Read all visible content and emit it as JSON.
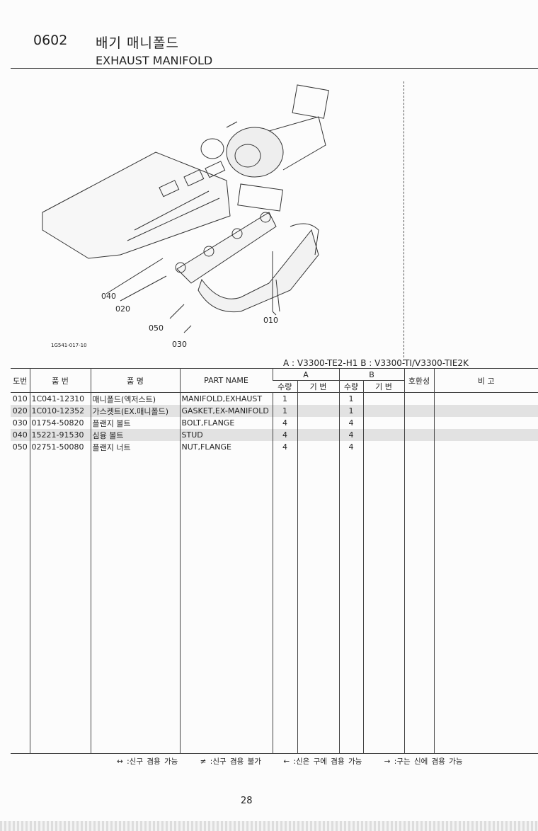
{
  "header": {
    "code": "0602",
    "title_ko": "배기 매니폴드",
    "title_en": "EXHAUST MANIFOLD"
  },
  "diagram": {
    "callouts": [
      "010",
      "020",
      "030",
      "040",
      "050"
    ],
    "figure_id": "1G541-017-10"
  },
  "models": "A : V3300-TE2-H1   B : V3300-TI/V3300-TIE2K",
  "table": {
    "headers": {
      "ref": "도번",
      "part_no": "품  번",
      "name_ko": "품        명",
      "part_name": "PART NAME",
      "a": "A",
      "b": "B",
      "qty": "수량",
      "serial": "기 번",
      "compat": "호환성",
      "remarks": "비   고"
    },
    "rows": [
      {
        "ref": "010",
        "part_no": "1C041-12310",
        "name_ko": "매니폴드(엑저스트)",
        "part_name": "MANIFOLD,EXHAUST",
        "qty_a": "1",
        "qty_b": "1"
      },
      {
        "ref": "020",
        "part_no": "1C010-12352",
        "name_ko": "가스켓트(EX.매니폴드)",
        "part_name": "GASKET,EX-MANIFOLD",
        "qty_a": "1",
        "qty_b": "1"
      },
      {
        "ref": "030",
        "part_no": "01754-50820",
        "name_ko": "플랜지 볼트",
        "part_name": "BOLT,FLANGE",
        "qty_a": "4",
        "qty_b": "4"
      },
      {
        "ref": "040",
        "part_no": "15221-91530",
        "name_ko": "심융 볼트",
        "part_name": "STUD",
        "qty_a": "4",
        "qty_b": "4"
      },
      {
        "ref": "050",
        "part_no": "02751-50080",
        "name_ko": "플랜지 너트",
        "part_name": "NUT,FLANGE",
        "qty_a": "4",
        "qty_b": "4"
      }
    ]
  },
  "legend": [
    "↔ :신구 겸용 가능",
    "≠ :신구 겸용 불가",
    "← :신은 구에 겸용 가능",
    "→ :구는 신에 겸용 가능"
  ],
  "page_number": "28"
}
